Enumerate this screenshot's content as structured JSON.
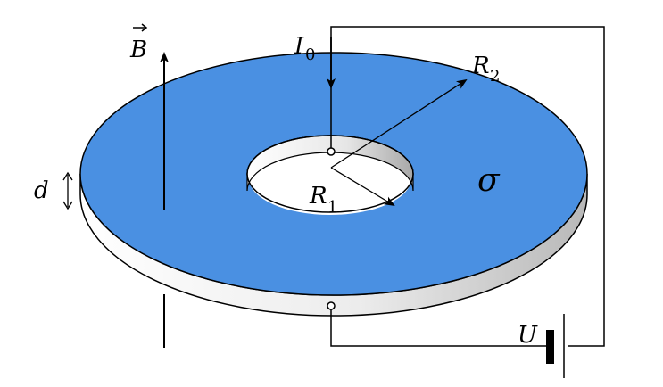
{
  "colors": {
    "disk_top": "#4a90e2",
    "disk_side_light": "#ffffff",
    "disk_side_dark": "#b8b8b8",
    "outline": "#000000",
    "background": "#ffffff"
  },
  "labels": {
    "field_symbol": "B",
    "current_symbol": "I",
    "current_sub": "0",
    "outer_radius_symbol": "R",
    "outer_radius_sub": "2",
    "inner_radius_symbol": "R",
    "inner_radius_sub": "1",
    "conductivity_symbol": "σ",
    "thickness_symbol": "d",
    "voltage_symbol": "U"
  }
}
